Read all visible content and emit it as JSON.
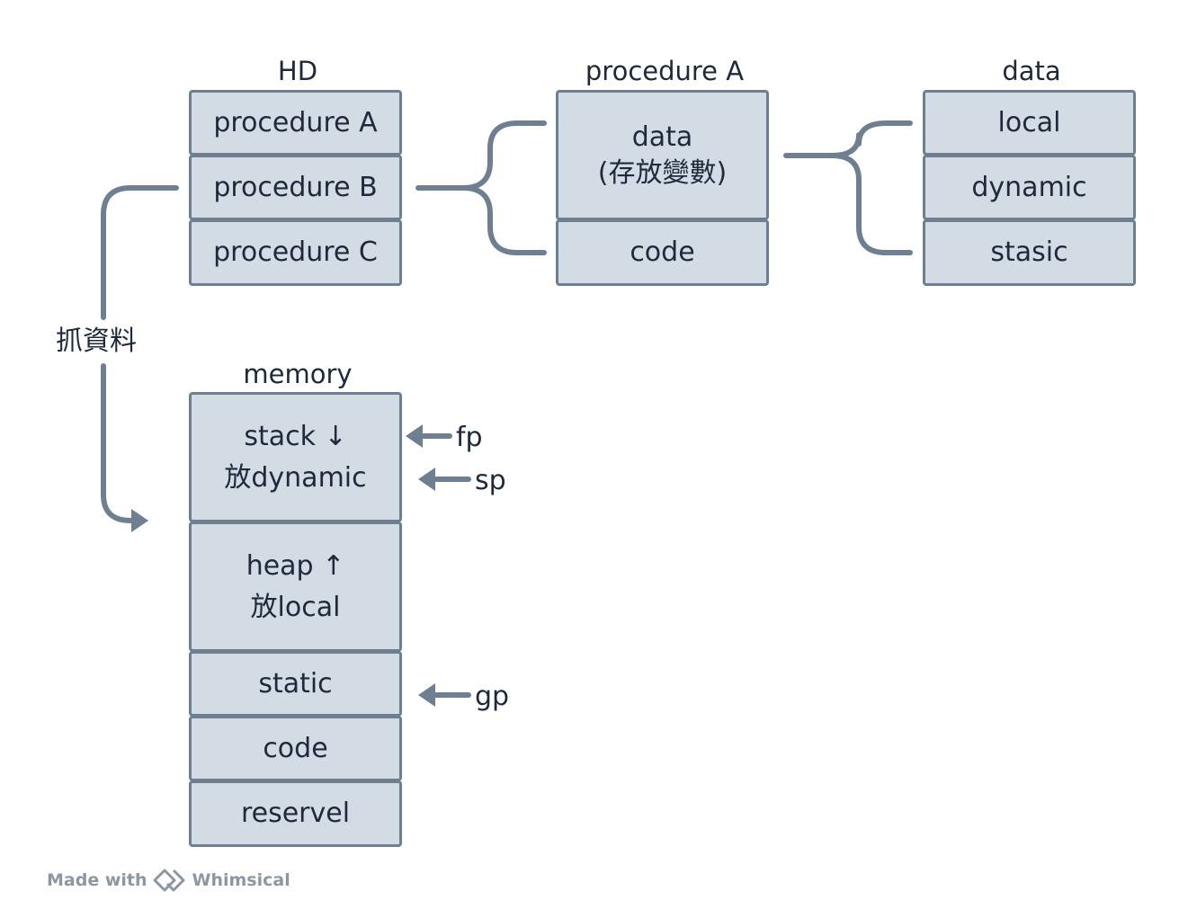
{
  "hd": {
    "title": "HD",
    "items": [
      "procedure A",
      "procedure B",
      "procedure C"
    ]
  },
  "procedure": {
    "title": "procedure A",
    "data_line1": "data",
    "data_line2": "(存放變數)",
    "code": "code"
  },
  "data_group": {
    "title": "data",
    "items": [
      "local",
      "dynamic",
      "stasic"
    ]
  },
  "fetch_label": "抓資料",
  "memory": {
    "title": "memory",
    "stack_line1": "stack ↓",
    "stack_line2": "放dynamic",
    "heap_line1": "heap ↑",
    "heap_line2": "放local",
    "static": "static",
    "code": "code",
    "reserve": "reservel"
  },
  "pointers": {
    "fp": "fp",
    "sp": "sp",
    "gp": "gp"
  },
  "footer": {
    "made_with": "Made with",
    "brand": "Whimsical"
  },
  "colors": {
    "box_fill": "#d3dce4",
    "box_border": "#6e7f91",
    "connector": "#6e7f91",
    "text": "#1e2a3a"
  }
}
